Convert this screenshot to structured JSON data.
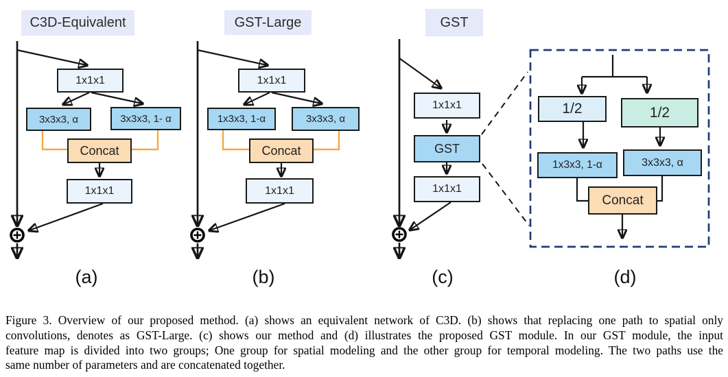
{
  "colors": {
    "title_bg": "#E5E9F9",
    "conv_fill": "#EBF4FC",
    "blue_fill": "#A6D8F3",
    "concat_fill": "#FBDCB4",
    "half_left_fill": "#DCEEF8",
    "half_right_fill": "#C9EDE2",
    "orange_line": "#F6A843",
    "dashed_panel": "#1E3C78"
  },
  "figure": {
    "panels": {
      "a": {
        "title": "C3D-Equivalent",
        "label": "(a)",
        "conv_top": "1x1x1",
        "branch_left": "3x3x3, α",
        "branch_right": "3x3x3, 1- α",
        "concat": "Concat",
        "conv_bottom": "1x1x1"
      },
      "b": {
        "title": "GST-Large",
        "label": "(b)",
        "conv_top": "1x1x1",
        "branch_left": "1x3x3, 1-α",
        "branch_right": "3x3x3, α",
        "concat": "Concat",
        "conv_bottom": "1x1x1"
      },
      "c": {
        "title": "GST",
        "label": "(c)",
        "conv_top": "1x1x1",
        "gst": "GST",
        "conv_bottom": "1x1x1"
      },
      "d": {
        "label": "(d)",
        "split_left": "1/2",
        "split_right": "1/2",
        "branch_left": "1x3x3, 1-α",
        "branch_right": "3x3x3, α",
        "concat": "Concat"
      }
    },
    "caption_lines": [
      "Figure 3. Overview of our proposed method. (a) shows an equivalent network of C3D. (b) shows that replacing one path to spatial only",
      "convolutions, denotes as GST-Large. (c) shows our method and (d) illustrates the proposed GST module. In our GST module, the input",
      "feature map is divided into two groups; One group for spatial modeling and the other group for temporal modeling. The two paths use the",
      "same number of parameters and are concatenated together."
    ]
  }
}
